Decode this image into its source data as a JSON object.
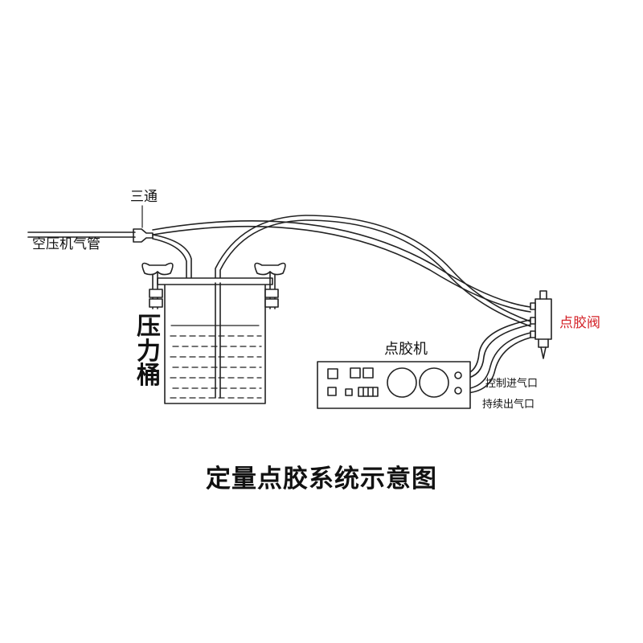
{
  "labels": {
    "tee": "三通",
    "air_hose": "空压机气管",
    "pressure_tank": "压力桶",
    "dispenser": "点胶机",
    "valve": "点胶阀",
    "control_inlet": "控制进气口",
    "sustain_outlet": "持续出气口",
    "title": "定量点胶系统示意图"
  },
  "colors": {
    "line": "#222222",
    "valve_label": "#d4242a",
    "text": "#111111"
  }
}
